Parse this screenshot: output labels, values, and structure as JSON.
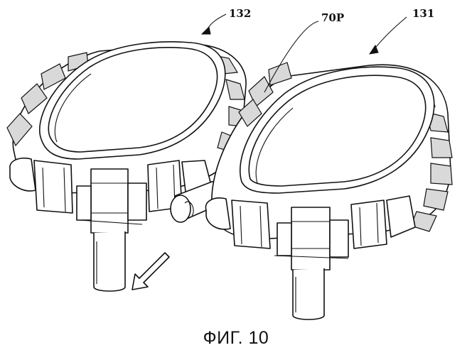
{
  "labels": {
    "ref_left": "132",
    "ref_center": "70P",
    "ref_right": "131"
  },
  "caption": "ФИГ. 10",
  "colors": {
    "line": "#111111",
    "background": "#ffffff"
  }
}
